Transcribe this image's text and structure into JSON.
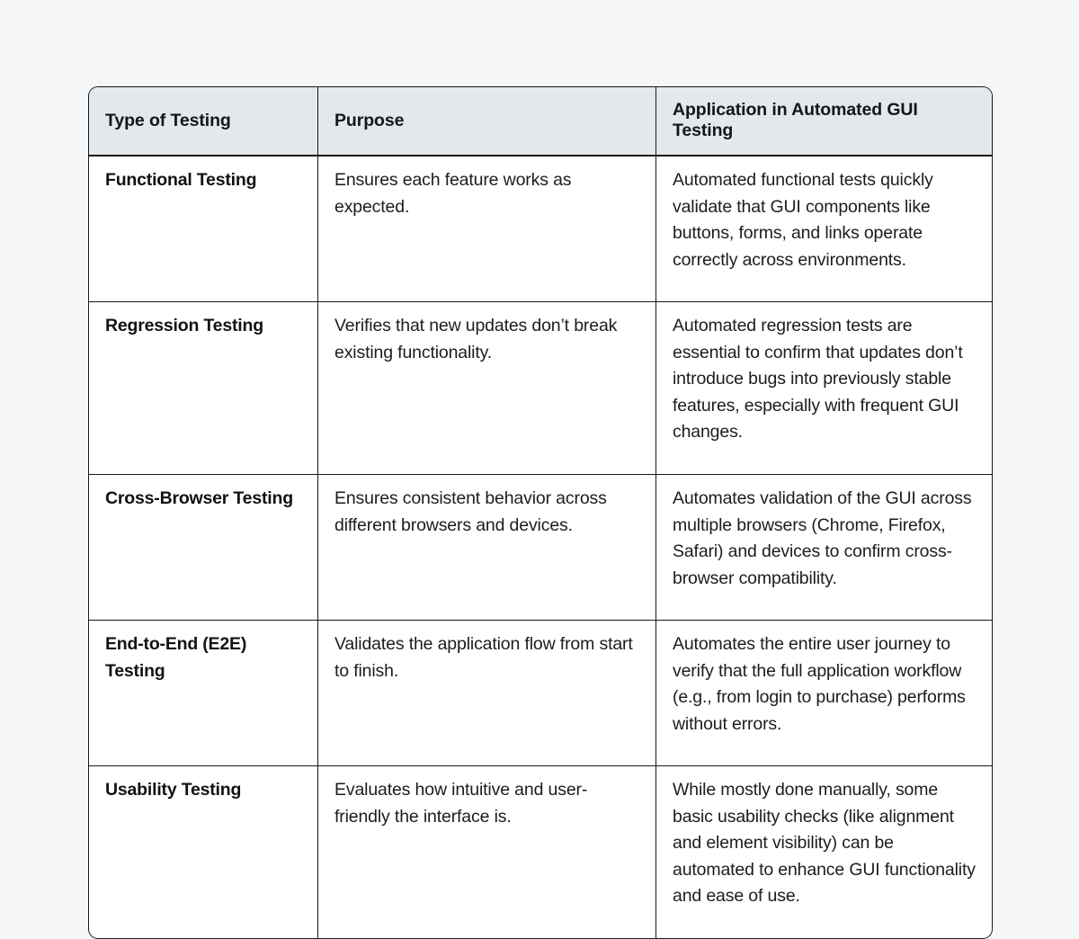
{
  "table": {
    "columns": [
      "Type of Testing",
      "Purpose",
      "Application in Automated GUI Testing"
    ],
    "rows": [
      {
        "type": "Functional Testing",
        "purpose": "Ensures each feature works as expected.",
        "application": "Automated functional tests quickly validate that GUI components like buttons, forms, and links operate correctly across environments."
      },
      {
        "type": "Regression Testing",
        "purpose": "Verifies that new updates don’t break existing functionality.",
        "application": "Automated regression tests are essential to confirm that updates don’t introduce bugs into previously stable features, especially with frequent GUI changes."
      },
      {
        "type": "Cross-Browser Testing",
        "purpose": "Ensures consistent behavior across different browsers and devices.",
        "application": "Automates validation of the GUI across multiple browsers (Chrome, Firefox, Safari) and devices to confirm cross-browser compatibility."
      },
      {
        "type": "End-to-End (E2E) Testing",
        "purpose": "Validates the application flow from start to finish.",
        "application": "Automates the entire user journey to verify that the full application workflow (e.g., from login to purchase) performs without errors."
      },
      {
        "type": "Usability Testing",
        "purpose": "Evaluates how intuitive and user-friendly the interface is.",
        "application": "While mostly done manually, some basic usability checks (like alignment and element visibility) can be automated to enhance GUI functionality and ease of use."
      }
    ]
  },
  "colors": {
    "page_background": "#f4f6f7",
    "table_background": "#ffffff",
    "header_background": "#e4e8eb",
    "border": "#16191c",
    "text": "#1a1d21",
    "heading_text": "#13161a"
  }
}
